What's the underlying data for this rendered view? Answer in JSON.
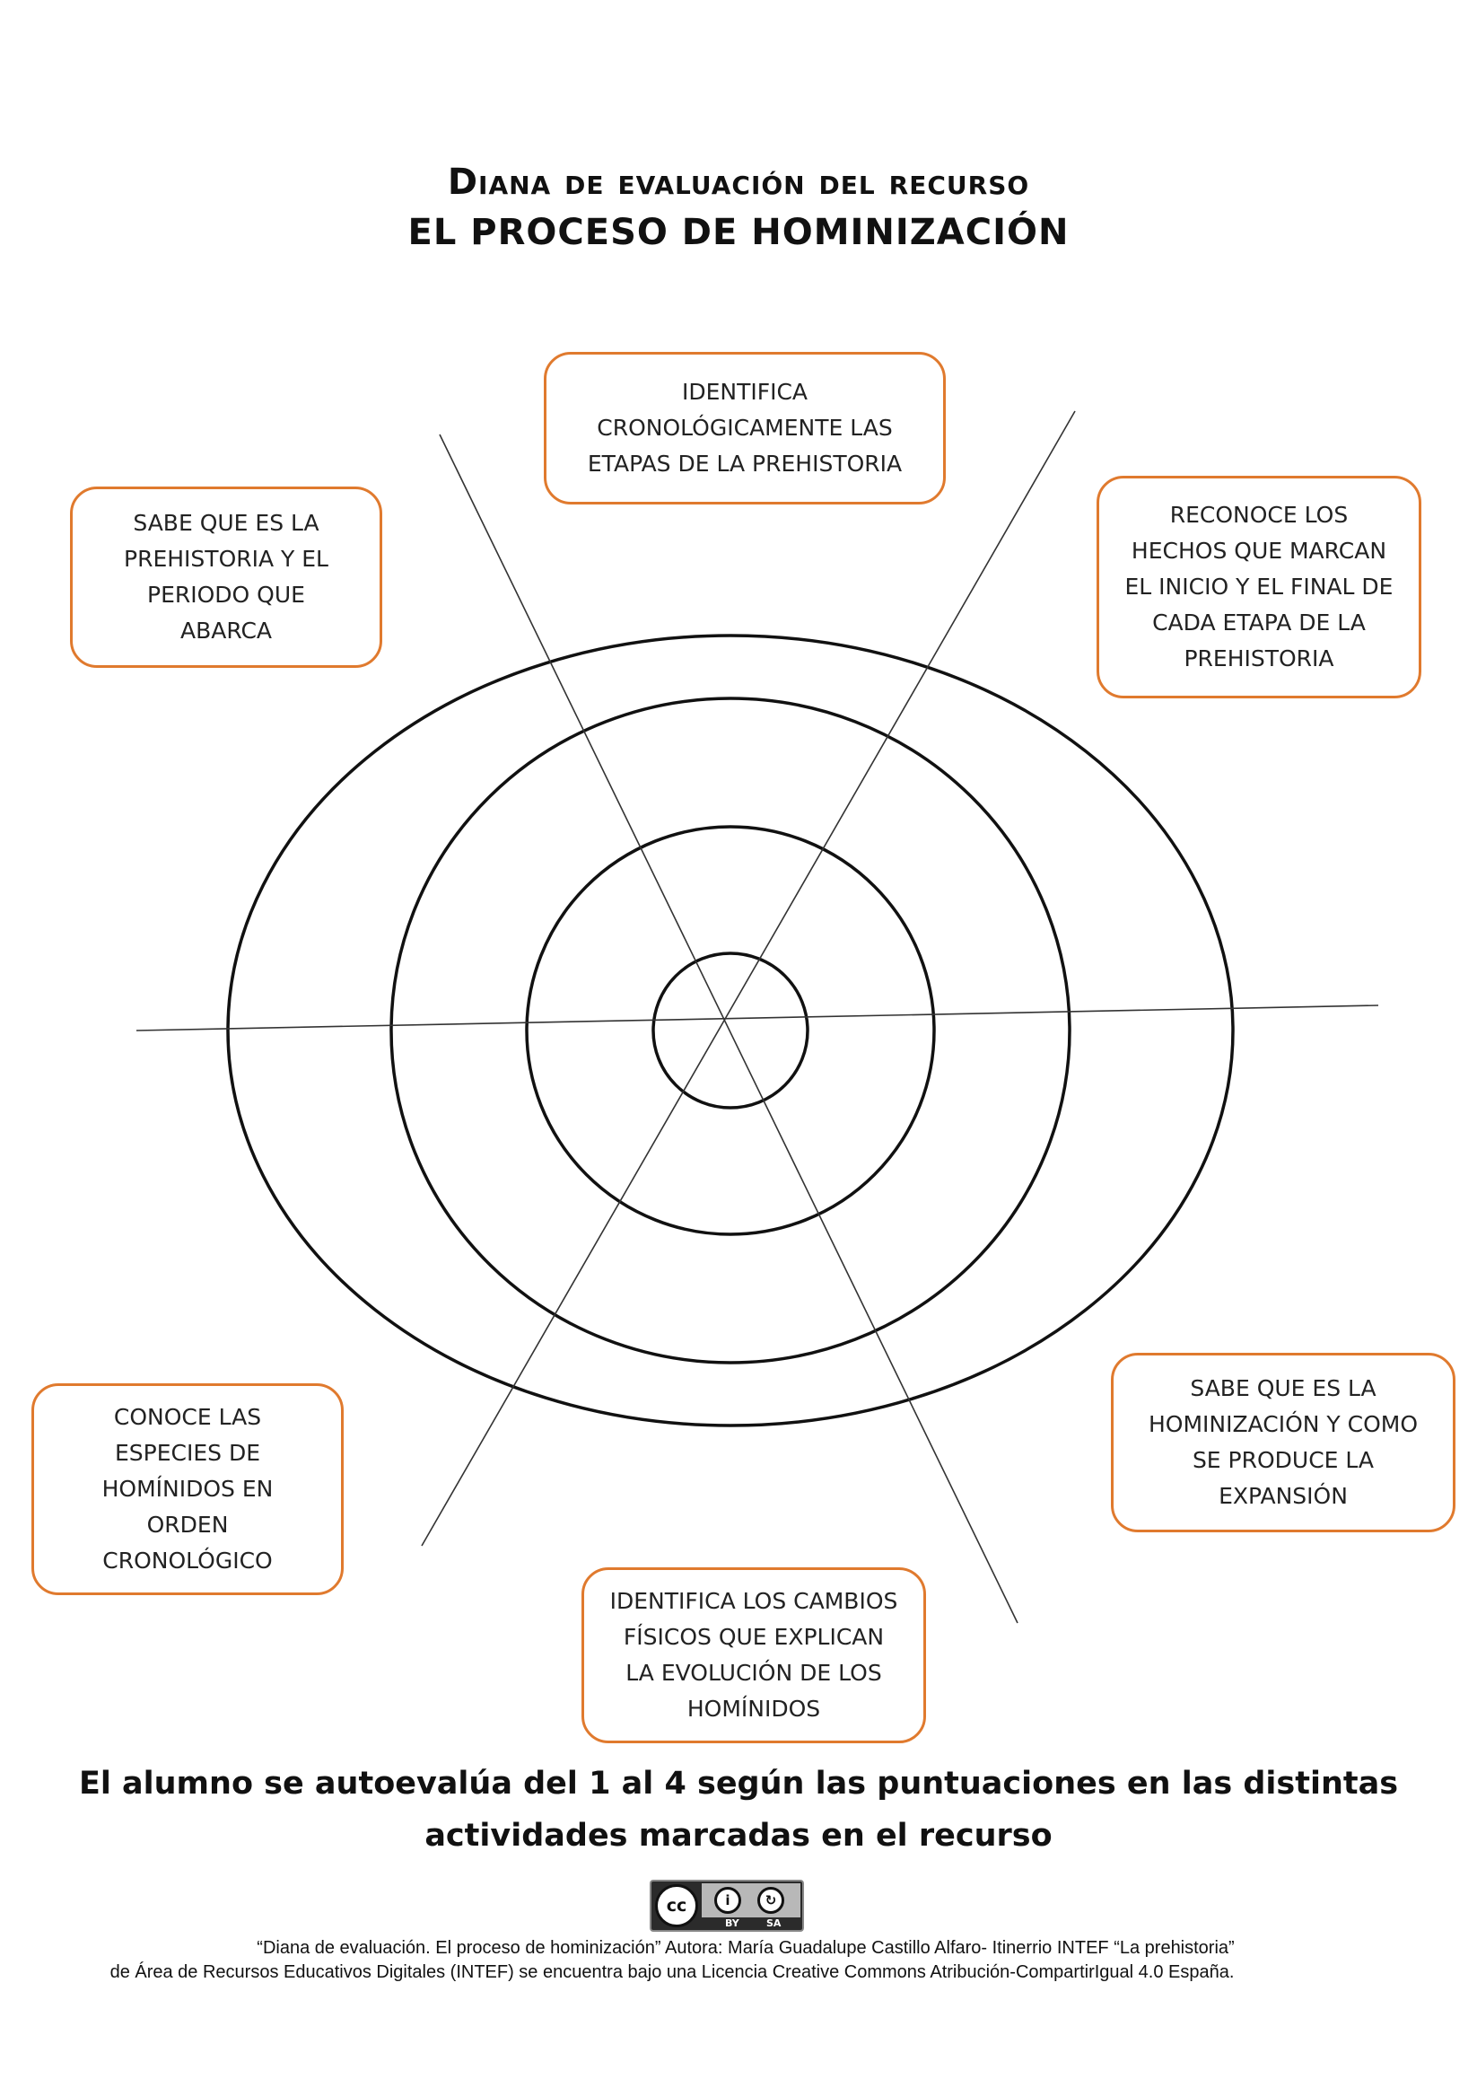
{
  "title": {
    "line1": "Diana de evaluación del recurso",
    "line2": "EL PROCESO DE HOMINIZACIÓN"
  },
  "criteria": {
    "top": "IDENTIFICA\nCRONOLÓGICAMENTE LAS\nETAPAS DE LA PREHISTORIA",
    "top_left": "SABE QUE ES LA\nPREHISTORIA Y EL\nPERIODO QUE\nABARCA",
    "top_right": "RECONOCE LOS\nHECHOS QUE MARCAN\nEL INICIO Y EL FINAL DE\nCADA ETAPA DE LA\nPREHISTORIA",
    "bottom_left": "CONOCE LAS\nESPECIES DE\nHOMÍNIDOS EN\nORDEN\nCRONOLÓGICO",
    "bottom_right": "SABE QUE ES LA\nHOMINIZACIÓN Y COMO\nSE PRODUCE LA\nEXPANSIÓN",
    "bottom": "IDENTIFICA LOS CAMBIOS\nFÍSICOS QUE EXPLICAN\nLA EVOLUCIÓN DE LOS\nHOMÍNIDOS"
  },
  "instructions": {
    "line1": "El alumno se autoevalúa del 1 al 4 según las puntuaciones en las distintas",
    "line2": "actividades marcadas en el recurso"
  },
  "license": {
    "badge_cc": "cc",
    "badge_by": "BY",
    "badge_sa": "SA",
    "credit_line1": "“Diana de evaluación. El proceso de hominización” Autora:  María Guadalupe Castillo Alfaro- Itinerrio INTEF “La prehistoria”",
    "credit_line2": "de Área de Recursos Educativos Digitales (INTEF) se encuentra bajo una Licencia Creative Commons Atribución-CompartirIgual 4.0 España."
  },
  "colors": {
    "box_border": "#e07a2e",
    "rings": "#111111"
  }
}
